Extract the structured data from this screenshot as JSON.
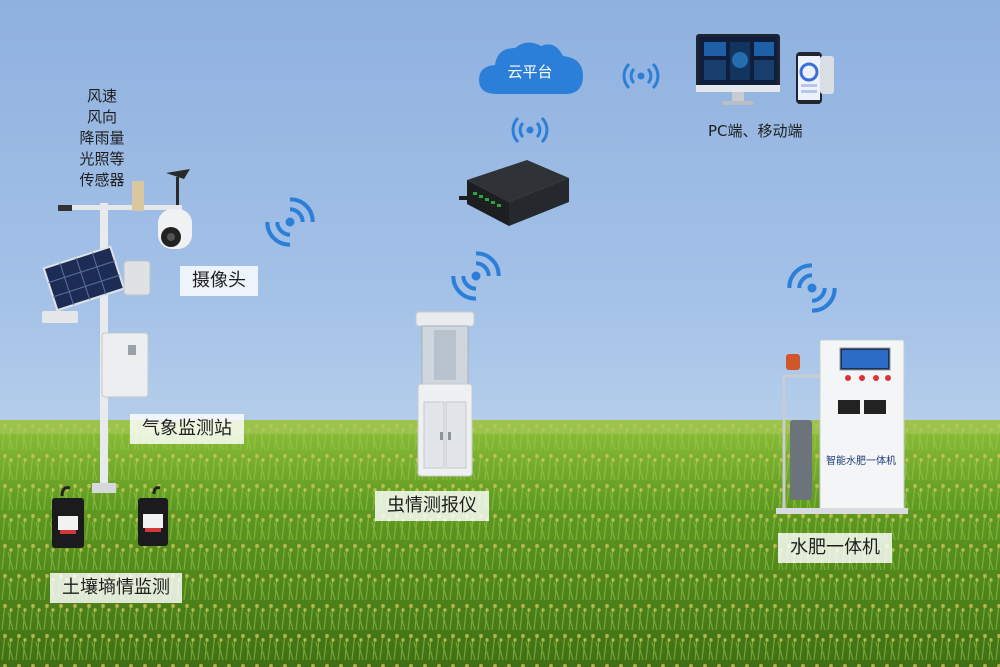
{
  "cloud": {
    "label": "云平台"
  },
  "terminals": {
    "label": "PC端、移动端"
  },
  "weather": {
    "sensors": [
      "风速",
      "风向",
      "降雨量",
      "光照等",
      "传感器"
    ],
    "camera_label": "摄像头",
    "station_label": "气象监测站"
  },
  "soil": {
    "label": "土壤墒情监测"
  },
  "insect": {
    "label": "虫情测报仪"
  },
  "fertigation": {
    "label": "水肥一体机",
    "machine_text": "智能水肥一体机"
  },
  "colors": {
    "signal": "#2b7fd8",
    "cloud": "#2b7fd8",
    "sky": "#9ab9e0",
    "field": "#6fa02a"
  }
}
